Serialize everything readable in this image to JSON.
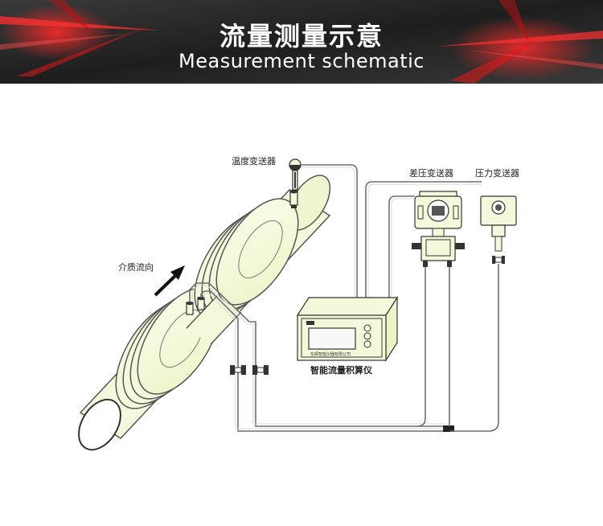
{
  "banner": {
    "title": "流量测量示意",
    "subtitle": "Measurement schematic"
  },
  "diagram": {
    "labels": {
      "temperature_transmitter": "温度变送器",
      "differential_pressure_transmitter": "差压变送器",
      "pressure_transmitter": "压力变送器",
      "flow_direction": "介质流向",
      "flow_totalizer": "智能流量积算仪",
      "device_brand": "东辉智能仪器有限公司"
    },
    "colors": {
      "pipe_fill": "#f5f9dc",
      "banner_accent": "#d8101a",
      "banner_background": "#2e2e2e"
    },
    "icons": [
      "flow-arrow-icon",
      "display-screen-icon"
    ]
  }
}
